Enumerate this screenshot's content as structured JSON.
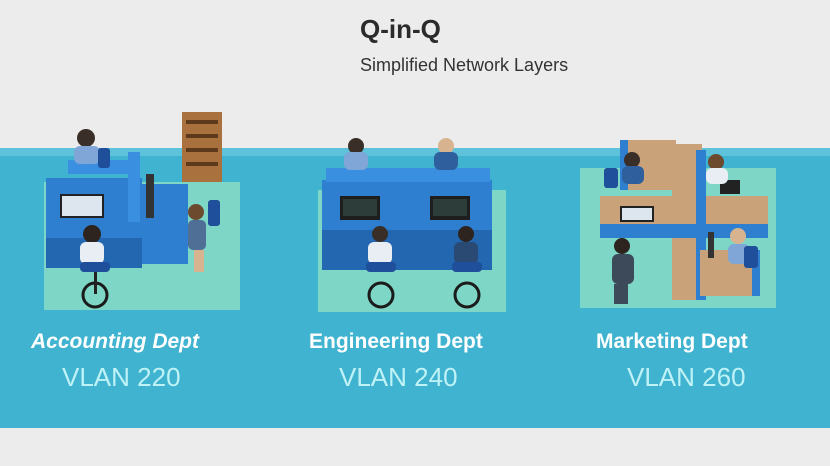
{
  "header": {
    "title": "Q-in-Q",
    "subtitle": "Simplified Network Layers"
  },
  "departments": [
    {
      "name": "Accounting Dept",
      "vlan": "VLAN 220"
    },
    {
      "name": "Engineering Dept",
      "vlan": "VLAN 240"
    },
    {
      "name": "Marketing Dept",
      "vlan": "VLAN 260"
    }
  ],
  "colors": {
    "band": "#3fb3cf",
    "floor": "#7dd6c6",
    "desk": "#2f7fd0",
    "worktop": "#c9a27a"
  }
}
